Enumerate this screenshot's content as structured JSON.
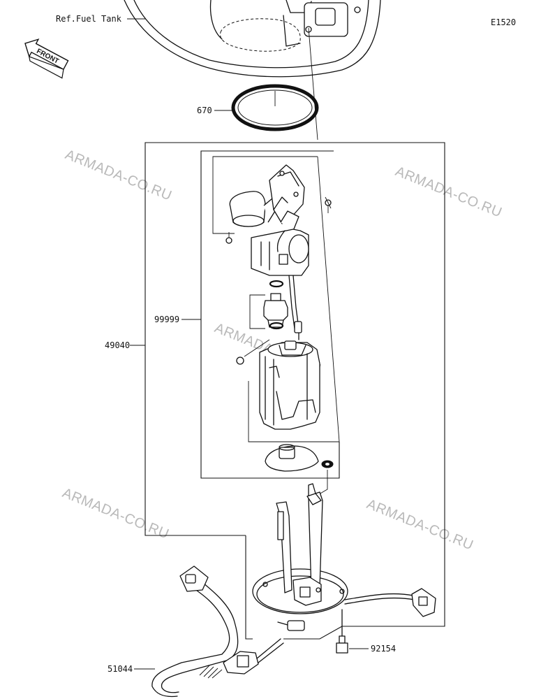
{
  "diagram_code": "E1520",
  "ref_label": "Ref.Fuel Tank",
  "front_label": "FRONT",
  "watermarks": [
    "ARMADA-CO.RU",
    "ARMADA-CO.RU",
    "ARMADA-CO.RU",
    "ARMADA-CO.RU",
    "ARMADA-CO.RU"
  ],
  "parts": {
    "gasket": "670",
    "pump_subassy": "99999",
    "pump_assy": "49040",
    "bolt": "92154",
    "hose": "51044"
  }
}
